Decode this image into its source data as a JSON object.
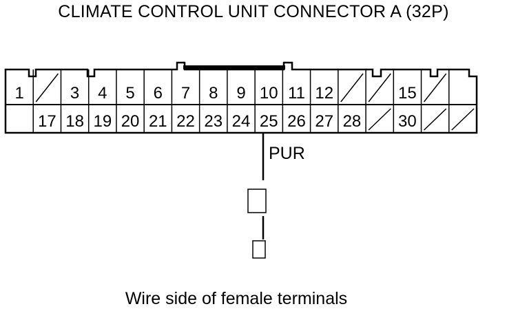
{
  "title": "CLIMATE CONTROL UNIT CONNECTOR A (32P)",
  "caption": "Wire side of female terminals",
  "wire": {
    "terminal": "25",
    "color_code": "PUR"
  },
  "connector": {
    "top_row": [
      "1",
      "",
      "3",
      "4",
      "5",
      "6",
      "7",
      "8",
      "9",
      "10",
      "11",
      "12",
      "",
      "",
      "15",
      "",
      ""
    ],
    "top_row_empty": [
      false,
      true,
      false,
      false,
      false,
      false,
      false,
      false,
      false,
      false,
      false,
      false,
      true,
      true,
      false,
      true,
      false
    ],
    "bottom_row": [
      "",
      "17",
      "18",
      "19",
      "20",
      "21",
      "22",
      "23",
      "24",
      "25",
      "26",
      "27",
      "28",
      "",
      "30",
      "",
      ""
    ],
    "bottom_row_empty": [
      false,
      false,
      false,
      false,
      false,
      false,
      false,
      false,
      false,
      false,
      false,
      false,
      false,
      true,
      false,
      true,
      true
    ]
  }
}
